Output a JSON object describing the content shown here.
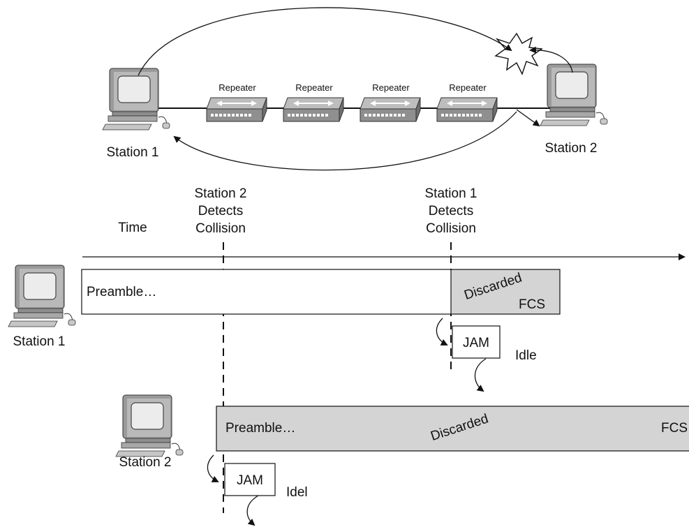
{
  "network": {
    "station1_label": "Station 1",
    "station2_label": "Station 2",
    "repeaters": [
      "Repeater",
      "Repeater",
      "Repeater",
      "Repeater"
    ]
  },
  "timeline": {
    "time_label": "Time",
    "station2_event": [
      "Station 2",
      "Detects",
      "Collision"
    ],
    "station1_event": [
      "Station 1",
      "Detects",
      "Collision"
    ]
  },
  "station1_row": {
    "label": "Station 1",
    "frame_text": "Preamble…",
    "discarded_text": "Discarded",
    "fcs_text": "FCS",
    "jam_text": "JAM",
    "idle_text": "Idle"
  },
  "station2_row": {
    "label": "Station 2",
    "frame_text": "Preamble…",
    "discarded_text": "Discarded",
    "fcs_text": "FCS",
    "jam_text": "JAM",
    "idle_text": "Idel"
  },
  "colors": {
    "discarded_fill": "#d4d4d4",
    "stroke": "#111111",
    "monitor_body": "#b0b0b0",
    "screen": "#e8e8e8"
  }
}
